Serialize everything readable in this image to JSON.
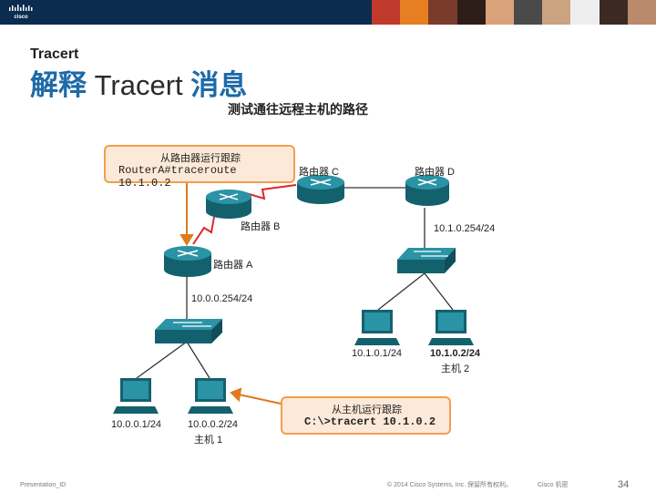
{
  "header": {
    "logo_text": "cisco",
    "photo_colors": [
      "#c0392b",
      "#e67e22",
      "#7a3b2a",
      "#2c1d18",
      "#d9a27b",
      "#4a4a4a",
      "#caa37f",
      "#eeeeee",
      "#3c2a22",
      "#b98a6b"
    ]
  },
  "slide": {
    "subtitle": "Tracert",
    "title_cn": "解释",
    "title_en": " Tracert ",
    "title_cn2": "消息",
    "diagram_title": "测试通往远程主机的路径"
  },
  "diagram": {
    "router_c": "路由器 C",
    "router_d": "路由器 D",
    "router_b": "路由器 B",
    "router_a": "路由器 A",
    "ip_d": "10.1.0.254/24",
    "ip_a": "10.0.0.254/24",
    "pc1_ip": "10.0.0.1/24",
    "pc2_ip": "10.0.0.2/24",
    "pc1_label": "主机 1",
    "pc3_ip": "10.1.0.1/24",
    "pc4_ip": "10.1.0.2/24",
    "pc4_label": "主机 2",
    "box1_title": "从路由器运行跟踪",
    "box1_cmd": "RouterA#traceroute 10.1.0.2",
    "box2_title": "从主机运行跟踪",
    "box2_cmd": "C:\\>tracert 10.1.0.2"
  },
  "footer": {
    "presentation": "Presentation_ID",
    "copyright": "© 2014 Cisco Systems, Inc. 保留所有权利。",
    "confidential": "Cisco 机密",
    "page": "34"
  },
  "colors": {
    "router": "#1c7a8a",
    "switch": "#1c7a8a",
    "serial_link": "#e0262e",
    "arrow": "#e07a1c",
    "cmd_border": "#f0a04b",
    "cmd_fill": "#fde9d9",
    "title_cn": "#1e6aa8"
  }
}
